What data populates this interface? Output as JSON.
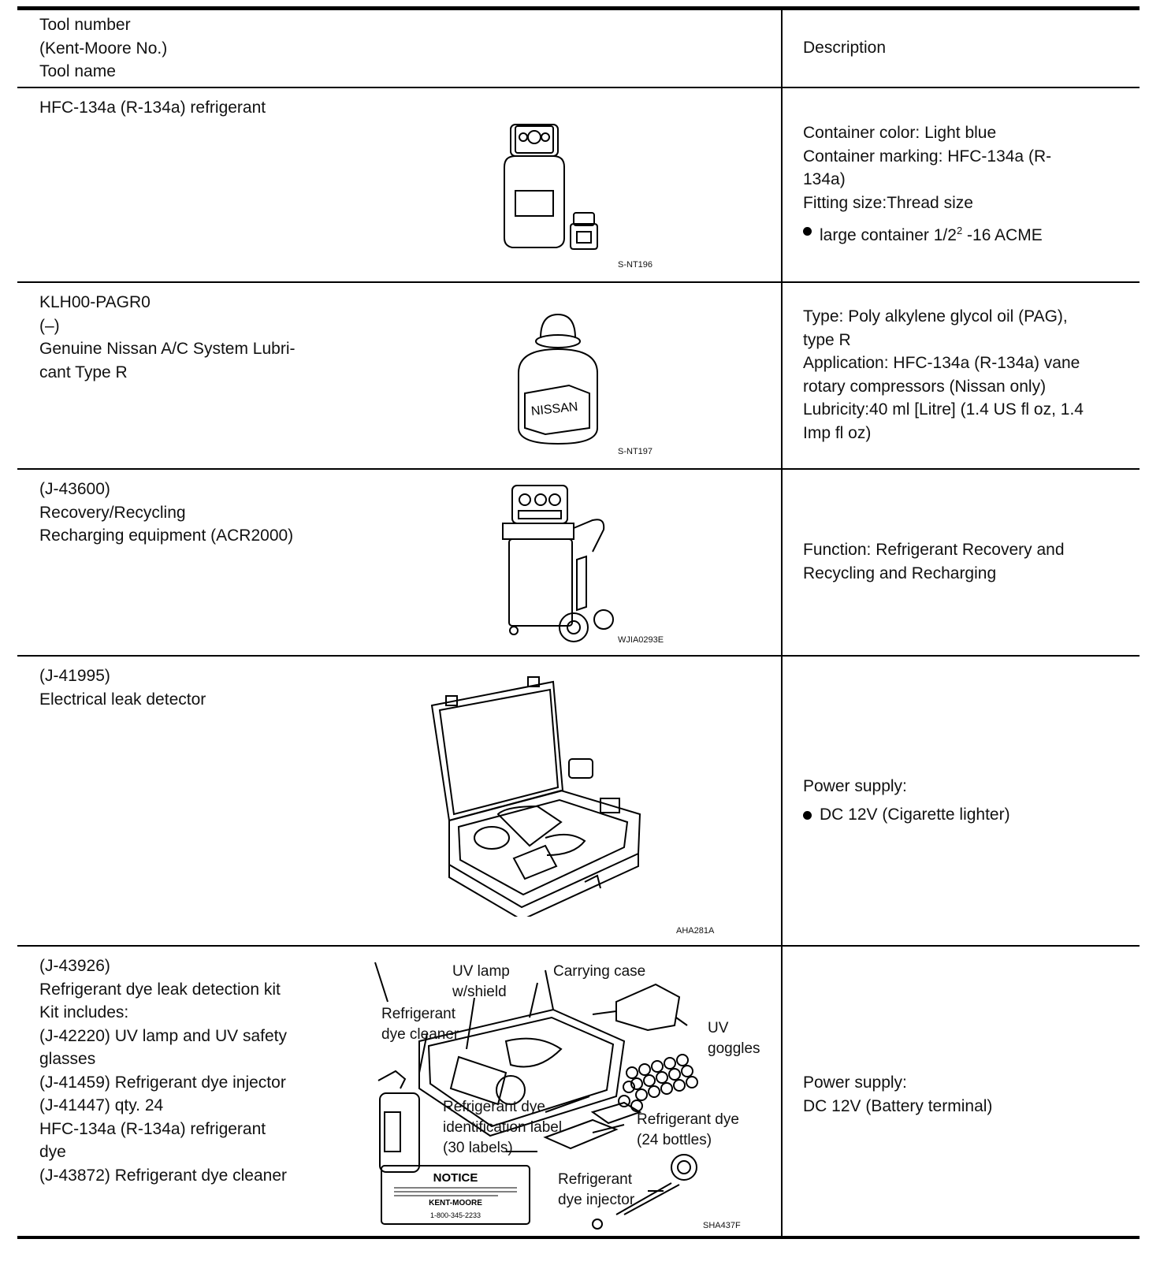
{
  "header": {
    "tool_lines": [
      "Tool number",
      "(Kent-Moore No.)",
      "Tool name"
    ],
    "description": "Description"
  },
  "rows": [
    {
      "tool_lines": [
        "HFC-134a (R-134a) refrigerant"
      ],
      "figure_code": "S-NT196",
      "description_lines": [
        "Container color: Light blue",
        "Container marking: HFC-134a (R-",
        "134a)",
        "Fitting size:Thread size"
      ],
      "bullet_main": "large container 1/2",
      "bullet_sup": "2",
      "bullet_tail": " -16 ACME"
    },
    {
      "tool_lines": [
        "KLH00-PAGR0",
        "(–)",
        "Genuine Nissan A/C System Lubri-",
        "cant Type R"
      ],
      "figure_code": "S-NT197",
      "can_label": "NISSAN",
      "description_lines": [
        "Type: Poly alkylene glycol oil (PAG),",
        "type R",
        "Application: HFC-134a (R-134a) vane",
        "rotary compressors (Nissan only)",
        "Lubricity:40 ml [Litre] (1.4 US fl oz, 1.4",
        "Imp fl oz)"
      ]
    },
    {
      "tool_lines": [
        "(J-43600)",
        "Recovery/Recycling",
        "Recharging equipment (ACR2000)"
      ],
      "figure_code": "WJIA0293E",
      "description_lines": [
        "Function: Refrigerant Recovery and",
        "Recycling and Recharging"
      ]
    },
    {
      "tool_lines": [
        "(J-41995)",
        "Electrical leak detector"
      ],
      "figure_code": "AHA281A",
      "description_lines": [
        "Power supply:"
      ],
      "bullet": "DC 12V (Cigarette lighter)"
    },
    {
      "tool_lines": [
        "(J-43926)",
        "Refrigerant dye leak detection kit",
        "Kit includes:",
        "(J-42220) UV lamp and UV safety",
        "glasses",
        "(J-41459) Refrigerant dye injector",
        "(J-41447) qty. 24",
        "HFC-134a (R-134a) refrigerant",
        "dye",
        "(J-43872) Refrigerant dye cleaner"
      ],
      "figure_code": "SHA437F",
      "description_lines": [
        "Power supply:",
        "DC 12V (Battery terminal)"
      ],
      "kit_labels": {
        "uv_lamp": "UV lamp",
        "w_shield": "w/shield",
        "carrying_case": "Carrying case",
        "refrigerant": "Refrigerant",
        "dye_cleaner": "dye cleaner",
        "uv": "UV",
        "goggles": "goggles",
        "dye_id_1": "Refrigerant dye",
        "dye_id_2": "identification label",
        "dye_id_3": "(30 labels)",
        "dye_bottles_1": "Refrigerant dye",
        "dye_bottles_2": "(24 bottles)",
        "injector_1": "Refrigerant",
        "injector_2": "dye injector",
        "notice_title": "NOTICE",
        "notice_brand": "KENT-MOORE",
        "notice_phone": "1-800-345-2233"
      }
    }
  ]
}
